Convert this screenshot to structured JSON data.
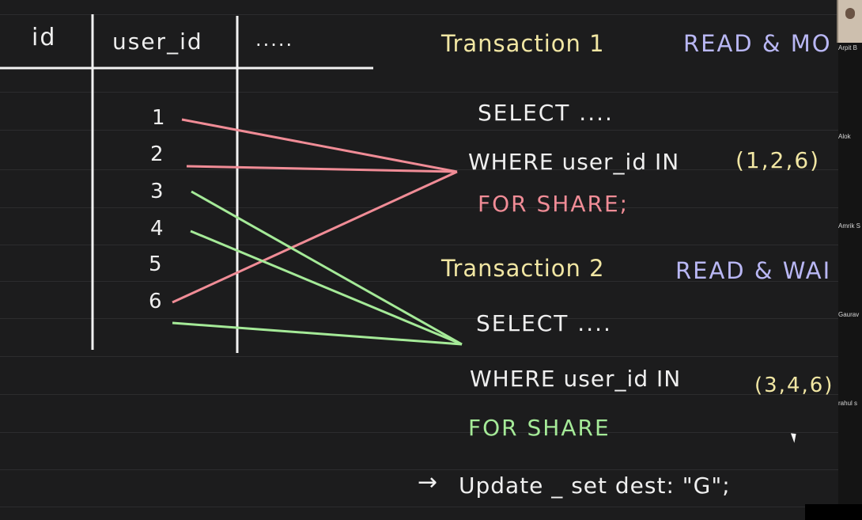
{
  "table": {
    "headers": [
      "id",
      "user_id",
      "....."
    ],
    "ids": [
      "1",
      "2",
      "3",
      "4",
      "5",
      "6"
    ]
  },
  "transaction1": {
    "title": "Transaction 1",
    "mode": "READ & MO",
    "select": "SELECT ....",
    "where": "WHERE user_id IN",
    "values": "(1,2,6)",
    "lock": "FOR SHARE;"
  },
  "transaction2": {
    "title": "Transaction 2",
    "mode": "READ & WAI",
    "select": "SELECT ....",
    "where": "WHERE user_id IN",
    "values": "(3,4,6)",
    "lock": "FOR SHARE",
    "arrow": "→",
    "update": "Update _ set dest: \"G\";"
  },
  "participants": [
    "Arpit B",
    "Alok",
    "Amrik S",
    "Gaurav",
    "rahul s"
  ],
  "colors": {
    "background": "#1c1c1d",
    "transaction1_lines": "#f08c96",
    "transaction2_lines": "#a5ea98",
    "titles": "#f1e6a3",
    "modes": "#b9b7f4"
  }
}
